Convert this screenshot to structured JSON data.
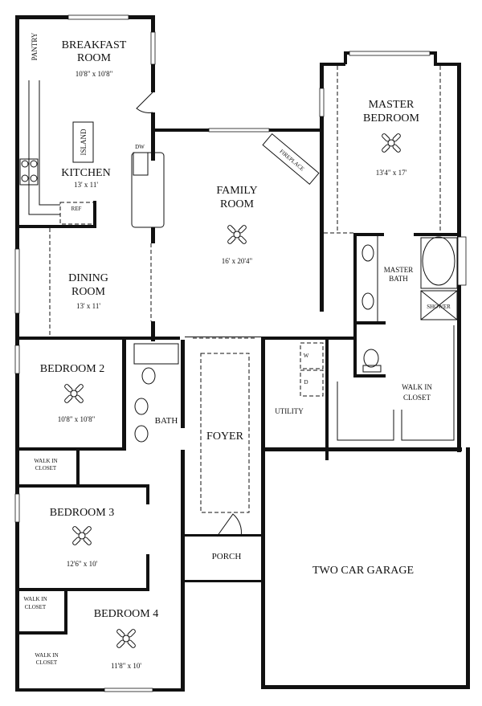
{
  "rooms": {
    "pantry": "PANTRY",
    "breakfast": {
      "line1": "BREAKFAST",
      "line2": "ROOM",
      "dims": "10'8\" x 10'8\""
    },
    "island": "ISLAND",
    "kitchen": {
      "name": "KITCHEN",
      "dims": "13' x 11'"
    },
    "ref": "REF",
    "dw": "DW",
    "family": {
      "line1": "FAMILY",
      "line2": "ROOM",
      "dims": "16' x 20'4\""
    },
    "fireplace": "FIREPLACE",
    "master_bedroom": {
      "line1": "MASTER",
      "line2": "BEDROOM",
      "dims": "13'4\" x 17'"
    },
    "master_bath": {
      "line1": "MASTER",
      "line2": "BATH"
    },
    "shower": "SHOWER",
    "washer": "W",
    "dryer": "D",
    "utility": "UTILITY",
    "master_closet": {
      "line1": "WALK IN",
      "line2": "CLOSET"
    },
    "dining": {
      "line1": "DINING",
      "line2": "ROOM",
      "dims": "13' x 11'"
    },
    "bedroom2": {
      "name": "BEDROOM 2",
      "dims": "10'8\" x 10'8\""
    },
    "bath": "BATH",
    "foyer": "FOYER",
    "closet2": {
      "line1": "WALK IN",
      "line2": "CLOSET"
    },
    "bedroom3": {
      "name": "BEDROOM 3",
      "dims": "12'6\" x 10'"
    },
    "porch": "PORCH",
    "garage": "TWO CAR GARAGE",
    "closet3": {
      "line1": "WALK IN",
      "line2": "CLOSET"
    },
    "bedroom4": {
      "name": "BEDROOM 4",
      "dims": "11'8\" x 10'"
    },
    "closet4": {
      "line1": "WALK IN",
      "line2": "CLOSET"
    }
  }
}
